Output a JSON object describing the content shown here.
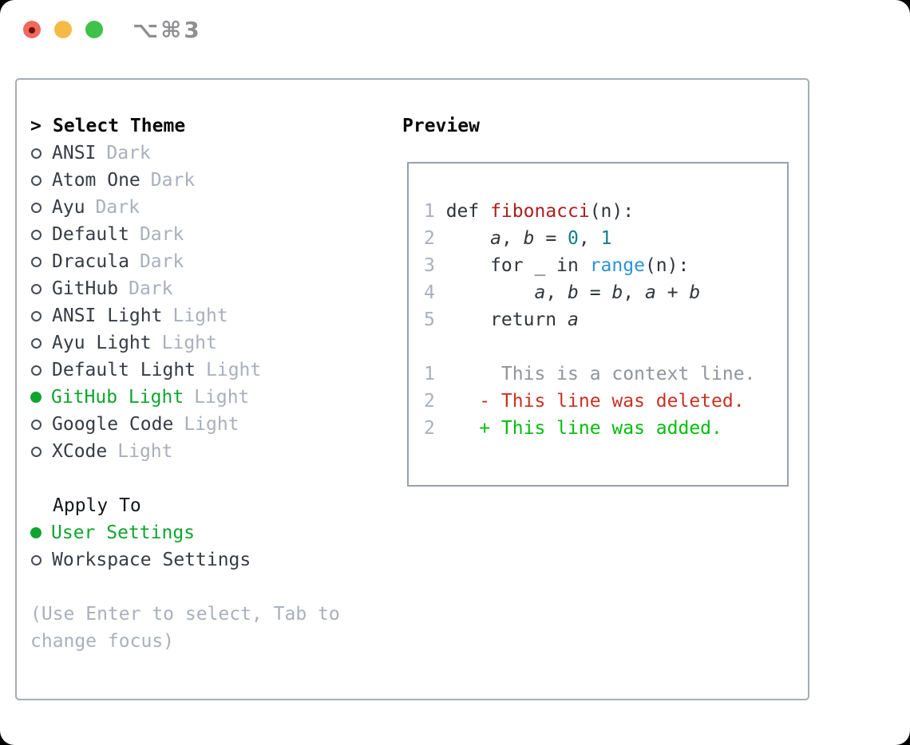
{
  "window": {
    "title": "⌥⌘3"
  },
  "theme_panel": {
    "prompt": ">",
    "heading": "Select Theme",
    "items": [
      {
        "name": "ANSI",
        "variant": "Dark",
        "selected": false
      },
      {
        "name": "Atom One",
        "variant": "Dark",
        "selected": false
      },
      {
        "name": "Ayu",
        "variant": "Dark",
        "selected": false
      },
      {
        "name": "Default",
        "variant": "Dark",
        "selected": false
      },
      {
        "name": "Dracula",
        "variant": "Dark",
        "selected": false
      },
      {
        "name": "GitHub",
        "variant": "Dark",
        "selected": false
      },
      {
        "name": "ANSI Light",
        "variant": "Light",
        "selected": false
      },
      {
        "name": "Ayu Light",
        "variant": "Light",
        "selected": false
      },
      {
        "name": "Default Light",
        "variant": "Light",
        "selected": false
      },
      {
        "name": "GitHub Light",
        "variant": "Light",
        "selected": true
      },
      {
        "name": "Google Code",
        "variant": "Light",
        "selected": false
      },
      {
        "name": "XCode",
        "variant": "Light",
        "selected": false
      }
    ],
    "apply_heading": "Apply To",
    "apply_options": [
      {
        "name": "User Settings",
        "variant": "",
        "selected": true
      },
      {
        "name": "Workspace Settings",
        "variant": "",
        "selected": false
      }
    ],
    "help_text": "(Use Enter to select, Tab to change focus)"
  },
  "preview": {
    "heading": "Preview",
    "lines": [
      {
        "num": "1",
        "tokens": [
          [
            "plain",
            "def "
          ],
          [
            "func",
            "fibonacci"
          ],
          [
            "plain",
            "(n):"
          ]
        ]
      },
      {
        "num": "2",
        "tokens": [
          [
            "plain",
            "    "
          ],
          [
            "var",
            "a"
          ],
          [
            "plain",
            ", "
          ],
          [
            "var",
            "b"
          ],
          [
            "plain",
            " = "
          ],
          [
            "lit",
            "0"
          ],
          [
            "plain",
            ", "
          ],
          [
            "lit",
            "1"
          ]
        ]
      },
      {
        "num": "3",
        "tokens": [
          [
            "plain",
            "    for _ in "
          ],
          [
            "builtin",
            "range"
          ],
          [
            "plain",
            "(n):"
          ]
        ]
      },
      {
        "num": "4",
        "tokens": [
          [
            "plain",
            "        "
          ],
          [
            "var",
            "a"
          ],
          [
            "plain",
            ", "
          ],
          [
            "var",
            "b"
          ],
          [
            "plain",
            " = "
          ],
          [
            "var",
            "b"
          ],
          [
            "plain",
            ", "
          ],
          [
            "var",
            "a"
          ],
          [
            "plain",
            " + "
          ],
          [
            "var",
            "b"
          ]
        ]
      },
      {
        "num": "5",
        "tokens": [
          [
            "plain",
            "    return "
          ],
          [
            "var",
            "a"
          ]
        ]
      },
      {
        "num": "",
        "tokens": []
      },
      {
        "num": "1",
        "tokens": [
          [
            "ctx",
            "     This is a context line."
          ]
        ]
      },
      {
        "num": "2",
        "tokens": [
          [
            "del",
            "   - This line was deleted."
          ]
        ]
      },
      {
        "num": "2",
        "tokens": [
          [
            "add",
            "   + This line was added."
          ]
        ]
      }
    ]
  },
  "colors": {
    "selection_green": "#10a42e",
    "added_green": "#03bd0d",
    "deleted_red": "#c93223",
    "function_red": "#ad1e20",
    "literal_teal": "#0d7f8c",
    "builtin_blue": "#2a94d6",
    "muted_gray": "#a9b0bc",
    "panel_border": "#a7adb5",
    "traffic_red": "#f0695d",
    "traffic_yellow": "#f4ba45",
    "traffic_green": "#3fc249"
  }
}
